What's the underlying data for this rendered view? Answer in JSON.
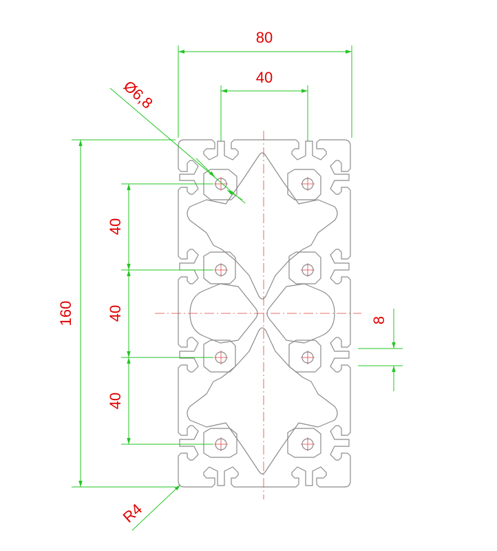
{
  "drawing": {
    "dimensions": {
      "overall_width": "80",
      "slot_pitch_width": "40",
      "hole_diameter": "Ø6,8",
      "overall_height": "160",
      "pitch_1": "40",
      "pitch_2": "40",
      "pitch_3": "40",
      "slot_width": "8",
      "corner_radius": "R4"
    },
    "colors": {
      "outline": "#8a8a8a",
      "dimension_line": "#22c522",
      "dimension_text": "#e00000",
      "center_line": "#e04040",
      "background": "#ffffff"
    }
  }
}
